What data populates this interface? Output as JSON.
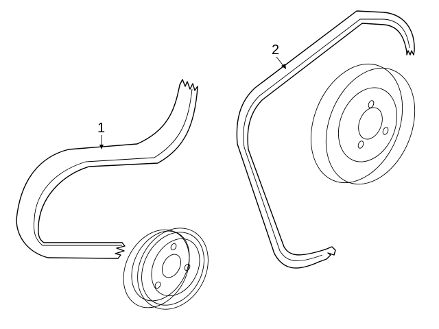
{
  "diagram": {
    "type": "parts-exploded-view",
    "background": "#ffffff",
    "line_color": "#000000",
    "parts": [
      {
        "callout": "1",
        "name": "serpentine belt (lower)",
        "position": "left",
        "pulley": "small pulley, lower center-left, with 3 bolt holes and center bore"
      },
      {
        "callout": "2",
        "name": "drive belt (upper right)",
        "position": "right",
        "pulley": "large pulley, upper right, with 3 bolt holes and center bore"
      }
    ]
  }
}
